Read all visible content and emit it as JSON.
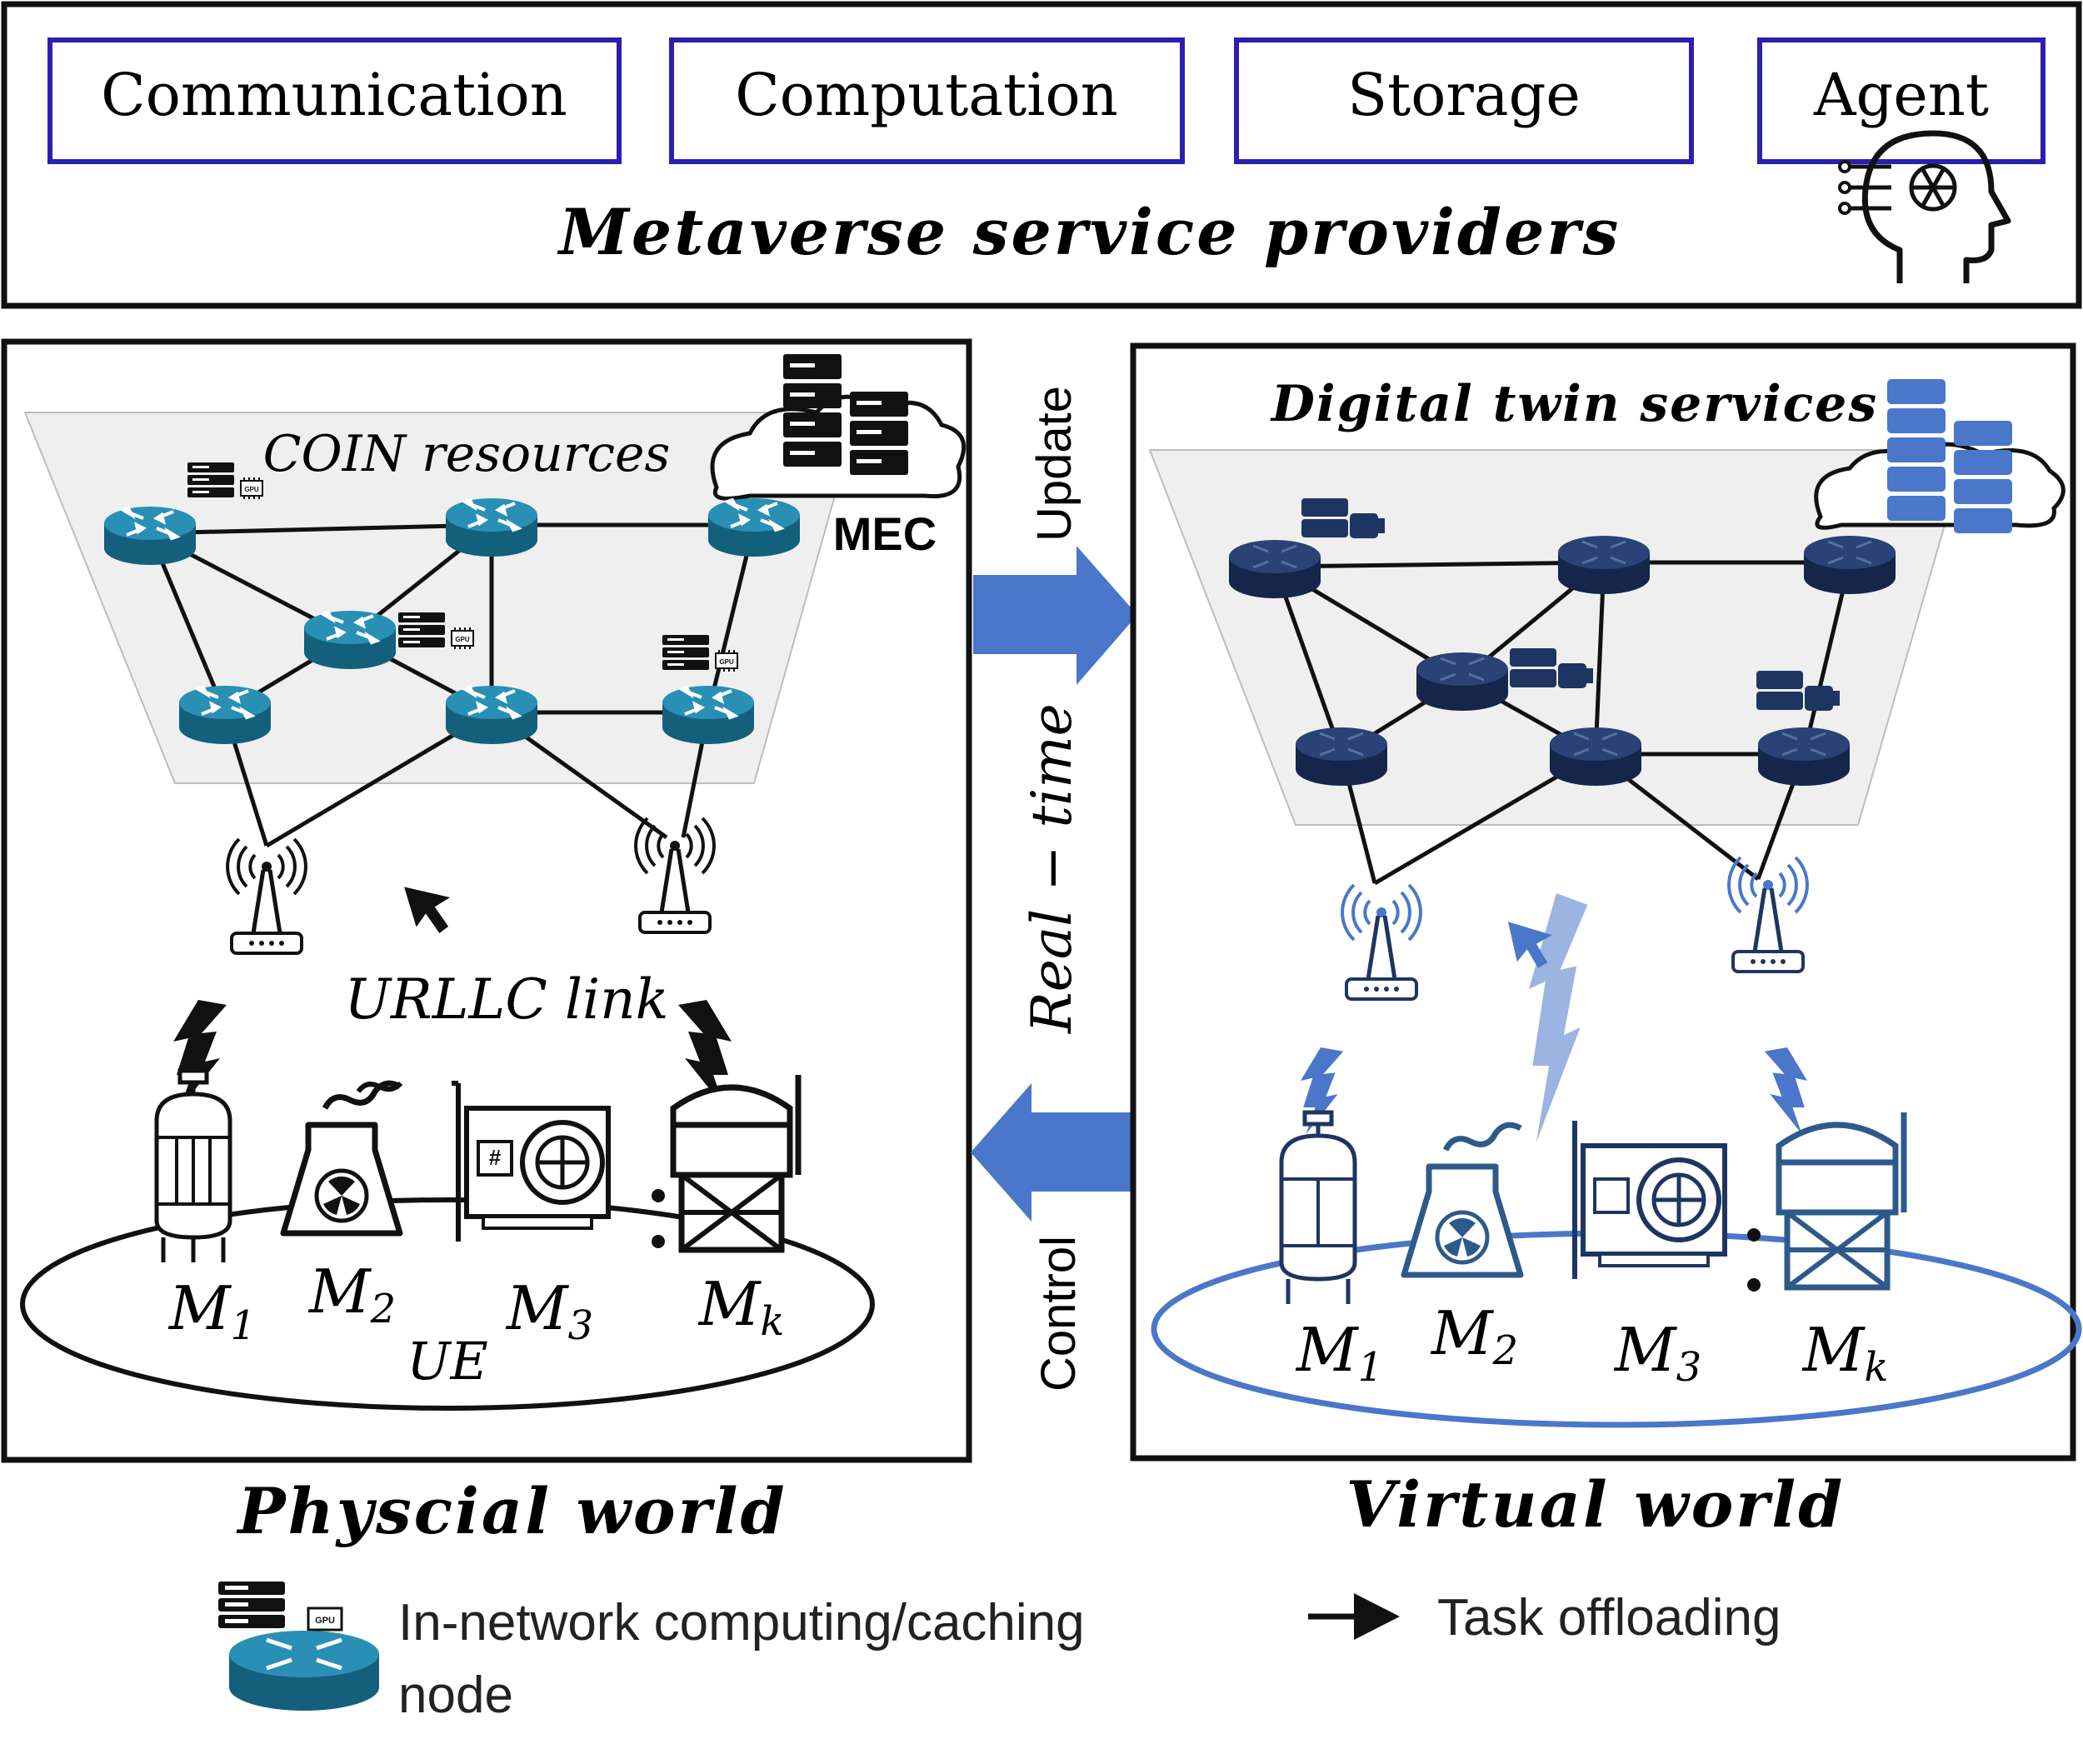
{
  "service_providers": {
    "boxes": [
      "Communication",
      "Computation",
      "Storage",
      "Agent"
    ],
    "title": "Metaverse service providers"
  },
  "physical": {
    "coin_label": "COIN resources",
    "mec_label": "MEC",
    "urllc_label": "URLLC link",
    "ue_label": "UE",
    "machines": [
      {
        "base": "M",
        "sub": "1"
      },
      {
        "base": "M",
        "sub": "2"
      },
      {
        "base": "M",
        "sub": "3"
      },
      {
        "base": "M",
        "sub": "k"
      }
    ],
    "world_label": "Physcial world"
  },
  "middle": {
    "update_label": "Update",
    "realtime_label": "Real − time",
    "control_label": "Control"
  },
  "virtual": {
    "dt_label": "Digital twin services",
    "machines": [
      {
        "base": "M",
        "sub": "1"
      },
      {
        "base": "M",
        "sub": "2"
      },
      {
        "base": "M",
        "sub": "3"
      },
      {
        "base": "M",
        "sub": "k"
      }
    ],
    "world_label": "Virtual world"
  },
  "legend": {
    "node_label_line1": "In-network computing/caching",
    "node_label_line2": "node",
    "task_label": "Task offloading"
  },
  "colors": {
    "provider_box_border": "#2a1fb0",
    "router_teal": "#1b7a9e",
    "router_navy": "#1f3561",
    "accent_blue": "#4a77c9",
    "ellipse_blue": "#4a77c9",
    "plane_gray": "#efefef"
  }
}
